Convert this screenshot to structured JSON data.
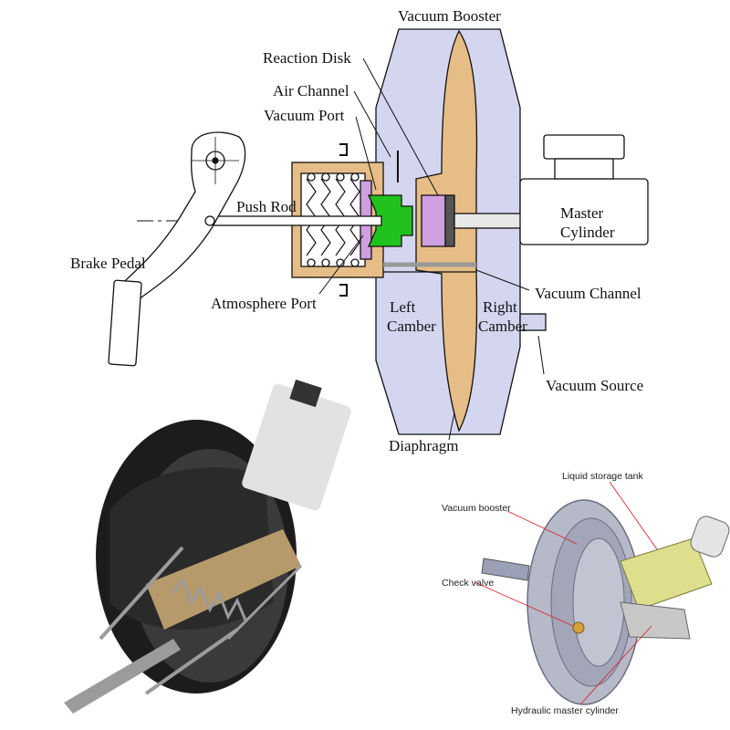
{
  "schematic": {
    "labels": {
      "vacuum_booster": "Vacuum Booster",
      "reaction_disk": "Reaction Disk",
      "air_channel": "Air Channel",
      "vacuum_port": "Vacuum Port",
      "push_rod": "Push Rod",
      "brake_pedal": "Brake Pedal",
      "atmosphere_port": "Atmosphere Port",
      "master": "Master",
      "cylinder": "Cylinder",
      "vacuum_channel": "Vacuum Channel",
      "left": "Left",
      "camber_left": "Camber",
      "right": "Right",
      "camber_right": "Camber",
      "vacuum_source": "Vacuum Source",
      "diaphragm": "Diaphragm"
    },
    "colors": {
      "housing": "#d4d6f0",
      "diaphragm": "#e6bd86",
      "piston": "#e6bd86",
      "valve": "#22c21e",
      "reaction_disk": "#cf9fe0",
      "outline": "#111111"
    }
  },
  "rendering": {
    "labels": {
      "liquid_storage_tank": "Liquid storage tank",
      "vacuum_booster": "Vacuum booster",
      "check_valve": "Check valve",
      "hydraulic_master_cylinder": "Hydraulic master cylinder"
    },
    "colors": {
      "leader": "#d9262b",
      "tank": "#dede8c"
    }
  },
  "cutaway": {
    "colors": {
      "shell": "#1c1c1c",
      "inner": "#b79a6c",
      "metal": "#9b9b9b"
    }
  }
}
